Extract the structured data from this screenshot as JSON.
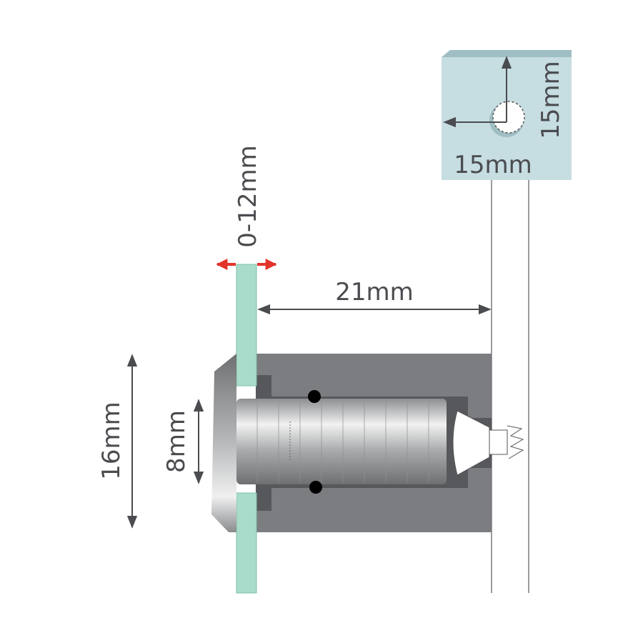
{
  "labels": {
    "glass_thickness": "0-12mm",
    "standoff_distance": "21mm",
    "cap_diameter": "16mm",
    "barrel_diameter": "8mm",
    "hole_offset_horizontal": "15mm",
    "hole_offset_vertical": "15mm"
  },
  "colors": {
    "glass": "#a9dcca",
    "body": "#7b7d80",
    "cavity": "#56585b",
    "panel": "#c6dde2",
    "accent_arrow": "#e3342a",
    "dimension_line": "#4a4c4f"
  }
}
